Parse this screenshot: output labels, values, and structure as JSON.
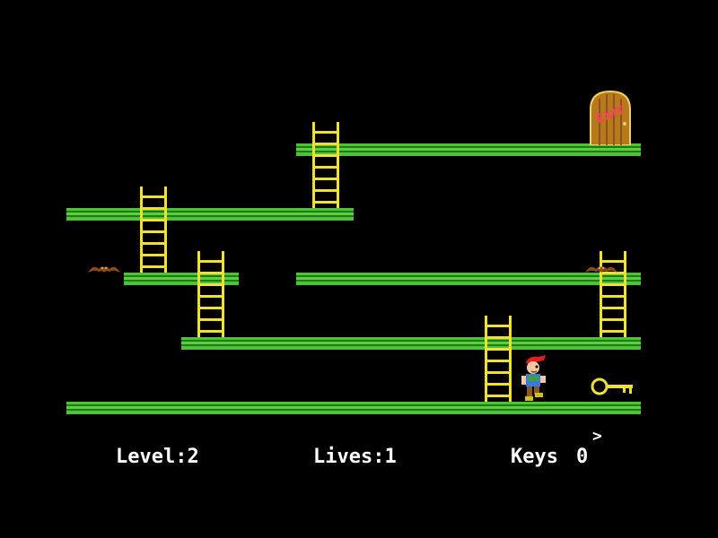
{
  "hud": {
    "level_label": "Level:",
    "level_value": "2",
    "lives_label": "Lives:",
    "lives_value": "1",
    "keys_label": "Keys",
    "keys_value": "0",
    "next_indicator": ">"
  },
  "door": {
    "sign_text": "EXIT"
  },
  "colors": {
    "background": "#000000",
    "platform": "#4fc23a",
    "ladder": "#f0e030",
    "door": "#b8781e",
    "key": "#f0e030",
    "bat": "#8a4a1a"
  },
  "icons": [
    "exit-door-icon",
    "bat-icon",
    "key-icon",
    "player-icon"
  ]
}
